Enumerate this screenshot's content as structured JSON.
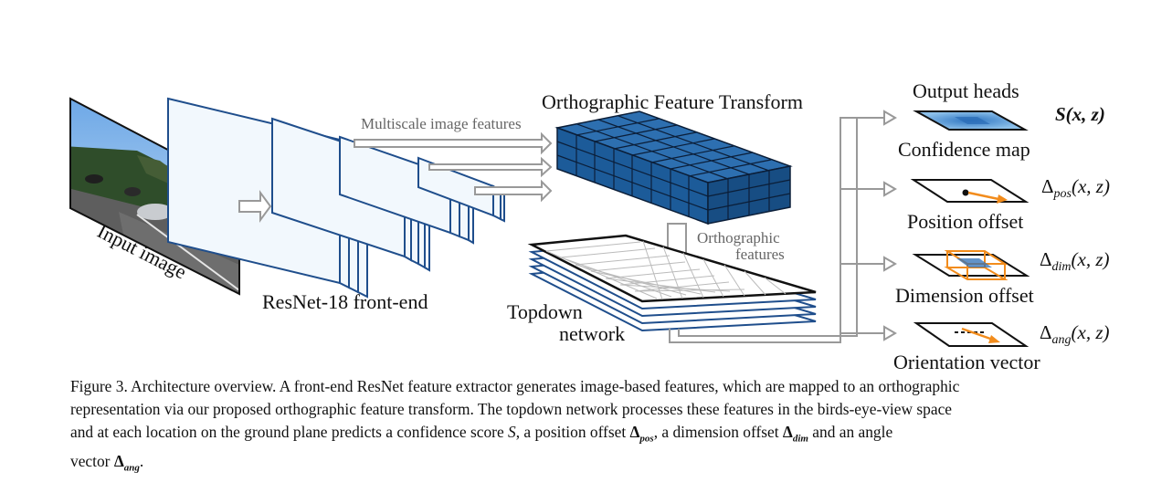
{
  "labels": {
    "input_image": "Input image",
    "resnet": "ResNet-18 front-end",
    "multiscale": "Multiscale image features",
    "oft": "Orthographic Feature Transform",
    "ortho_features_1": "Orthographic",
    "ortho_features_2": "features",
    "topdown_1": "Topdown",
    "topdown_2": "network",
    "output_heads": "Output heads",
    "confidence_map": "Confidence map",
    "position_offset": "Position offset",
    "dimension_offset": "Dimension offset",
    "orientation_vector": "Orientation vector"
  },
  "outputs": {
    "score": "S(x, z)",
    "pos": {
      "sym": "Δ",
      "sub": "pos",
      "args": "(x, z)"
    },
    "dim": {
      "sym": "Δ",
      "sub": "dim",
      "args": "(x, z)"
    },
    "ang": {
      "sym": "Δ",
      "sub": "ang",
      "args": "(x, z)"
    }
  },
  "caption": {
    "line1": "Figure 3. Architecture overview. A front-end ResNet feature extractor generates image-based features, which are mapped to an orthographic",
    "line2": "representation via our proposed orthographic feature transform. The topdown network processes these features in the birds-eye-view space",
    "line3a": "and at each location on the ground plane predicts a confidence score ",
    "line3_S": "S",
    "line3b": ", a position offset ",
    "line3_pos_sym": "Δ",
    "line3_pos_sub": "pos",
    "line3c": ", a dimension offset ",
    "line3_dim_sym": "Δ",
    "line3_dim_sub": "dim",
    "line3d": " and an angle",
    "line4a": "vector ",
    "line4_ang_sym": "Δ",
    "line4_ang_sub": "ang",
    "line4b": "."
  },
  "colors": {
    "feature_map_stroke": "#1f4e8c",
    "feature_map_fill": "#f2f8fd",
    "cube_fill": "#1c5b99",
    "cube_grid": "#0b1e38",
    "arrow_gray": "#9a9a9a",
    "confidence_blue": "#5aa2dc",
    "orange": "#f28c1c"
  }
}
